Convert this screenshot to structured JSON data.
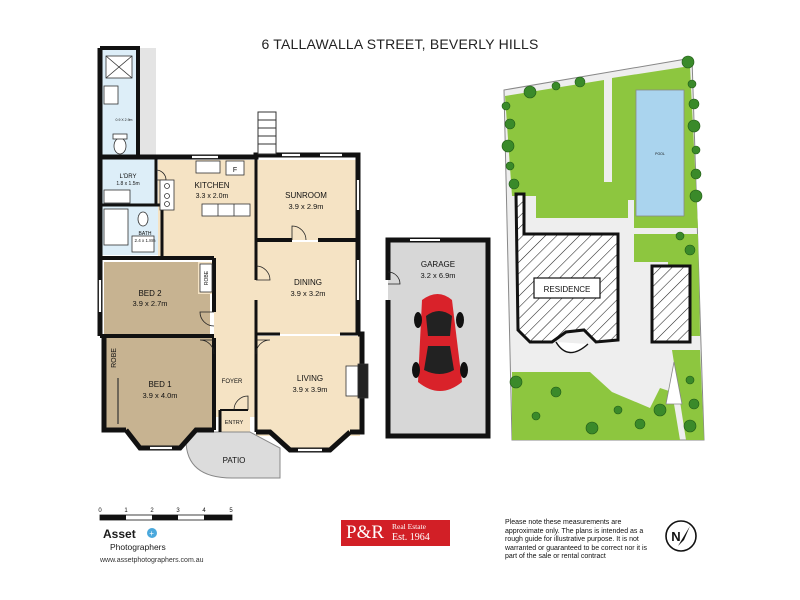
{
  "header": {
    "address": "6 TALLAWALLA STREET, BEVERLY HILLS"
  },
  "rooms": {
    "ldry": {
      "name": "L'DRY",
      "dims": "1.8 x 1.5m"
    },
    "kitchen": {
      "name": "KITCHEN",
      "dims": "3.3 x 2.0m"
    },
    "sunroom": {
      "name": "SUNROOM",
      "dims": "3.9 x 2.9m"
    },
    "bath": {
      "name": "BATH",
      "dims": "2.4 x 1.8m"
    },
    "bed2": {
      "name": "BED 2",
      "dims": "3.9 x 2.7m"
    },
    "dining": {
      "name": "DINING",
      "dims": "3.9 x 3.2m"
    },
    "bed1": {
      "name": "BED 1",
      "dims": "3.9 x 4.0m"
    },
    "living": {
      "name": "LIVING",
      "dims": "3.9 x 3.9m"
    },
    "garage": {
      "name": "GARAGE",
      "dims": "3.2 x 6.9m"
    },
    "toilet_dims": "0.9 X 2.9m"
  },
  "labels": {
    "foyer": "FOYER",
    "entry": "ENTRY",
    "patio": "PATIO",
    "robe": "ROBE",
    "fridge": "F",
    "residence": "RESIDENCE",
    "pool": "POOL"
  },
  "scale": {
    "ticks": [
      "0",
      "1",
      "2",
      "3",
      "4",
      "5"
    ]
  },
  "branding": {
    "photographer_name": "Asset",
    "photographer_sub": "Photographers",
    "photographer_url": "www.assetphotographers.com.au",
    "agency_name": "P&R",
    "agency_line1": "Real Estate",
    "agency_line2": "Est. 1964"
  },
  "disclaimer": "Please note these measurements are approximate only. The plans is intended as a rough guide for illustrative purpose. It is not warranted or guaranteed to be correct nor it is part of the sale or rental contract",
  "compass_letter": "N",
  "colors": {
    "wall": "#111111",
    "floor_tile": "#ddeef8",
    "floor_timber": "#f5e3c4",
    "bedroom_floor": "#c7b391",
    "patio": "#dcdcdc",
    "lawn": "#8dc63f",
    "pool": "#aad4ee",
    "car": "#d9222a",
    "brand_red": "#d21f26"
  }
}
